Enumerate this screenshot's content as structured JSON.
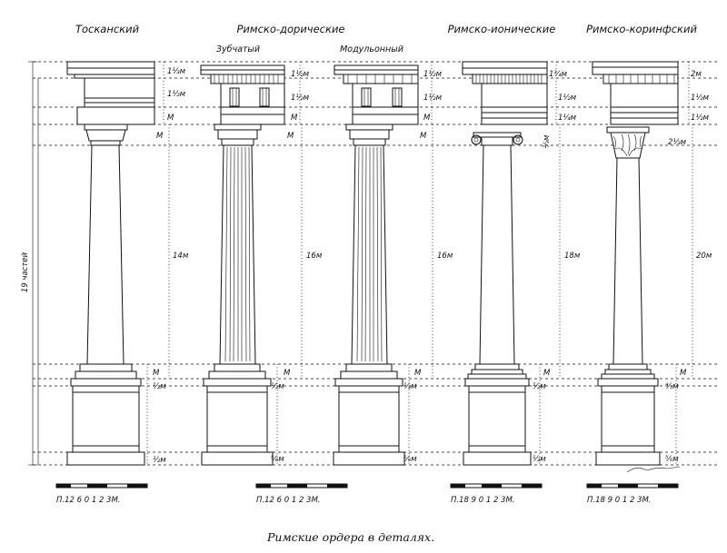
{
  "orders": [
    {
      "title": "Тосканский",
      "subtitle": ""
    },
    {
      "title": "Римско-дорические",
      "subtitle": "Зубчатый"
    },
    {
      "title": "",
      "subtitle": "Модульонный"
    },
    {
      "title": "Римско-ионические",
      "subtitle": ""
    },
    {
      "title": "Римско-коринфский",
      "subtitle": ""
    }
  ],
  "overall_height_label": "19 частей",
  "dims": {
    "tuscan": {
      "entab_top": "1¹⁄₃м",
      "entab_mid": "1¹⁄₂м",
      "entab_low": "M",
      "capital": "M",
      "shaft": "14м",
      "base": "M",
      "plinth_top": "¹⁄₂м",
      "plinth_bot": "¹⁄₂м"
    },
    "doric1": {
      "entab_top": "1¹⁄₂м",
      "entab_mid": "1¹⁄₂м",
      "entab_low": "M",
      "capital": "M",
      "shaft": "16м",
      "base": "M",
      "plinth_top": "¹⁄₂м",
      "plinth_bot": "⁵⁄₆м"
    },
    "doric2": {
      "entab_top": "1¹⁄₂м",
      "entab_mid": "1¹⁄₂м",
      "entab_low": "M",
      "capital": "M",
      "shaft": "16м",
      "base": "M",
      "plinth_top": "¹⁄₂м",
      "plinth_bot": "⁵⁄₆м"
    },
    "ionic": {
      "entab_top": "1³⁄₄м",
      "entab_mid": "1¹⁄₂м",
      "entab_low": "1¹⁄₄м",
      "capital": "²⁄₃м",
      "shaft": "18м",
      "base": "M",
      "plinth_top": "¹⁄₂м",
      "plinth_bot": "¹⁄₂м"
    },
    "corinth": {
      "entab_top": "2м",
      "entab_mid": "1¹⁄₂м",
      "entab_low": "1¹⁄₂м",
      "capital": "2¹⁄₃м",
      "shaft": "20м",
      "base": "M",
      "plinth_top": "⁴⁄₅м",
      "plinth_bot": "⁵⁄₆м"
    }
  },
  "scales": [
    {
      "label": "П.12 6 0    1    2    3М."
    },
    {
      "label": "П.12 6 0    1    2    3М."
    },
    {
      "label": "П.18 9 0    1    2    3М."
    },
    {
      "label": "П.18 9 0    1    2    3М."
    }
  ],
  "caption": "Римские ордера в деталях."
}
